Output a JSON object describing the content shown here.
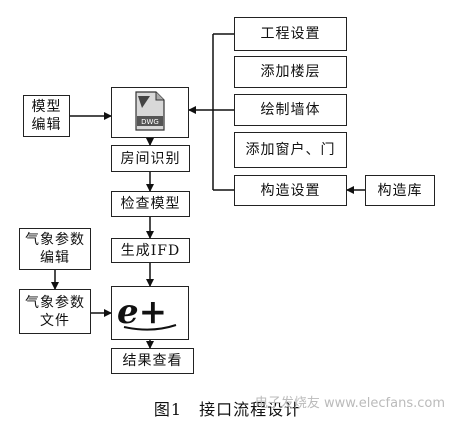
{
  "nodes": {
    "model_edit": "模型\n编辑",
    "dwg_icon": "DWG",
    "room_recognition": "房间识别",
    "check_model": "检查模型",
    "generate_ifd": "生成IFD",
    "weather_edit": "气象参数\n编辑",
    "weather_file": "气象参数\n文件",
    "ep_icon": "e+",
    "view_results": "结果查看",
    "project_settings": "工程设置",
    "add_floor": "添加楼层",
    "draw_wall": "绘制墙体",
    "add_window_door": "添加窗户、门",
    "construction_settings": "构造设置",
    "construction_library": "构造库"
  },
  "caption": "图1　接口流程设计",
  "watermark": "电子发烧友 www.elecfans.com"
}
